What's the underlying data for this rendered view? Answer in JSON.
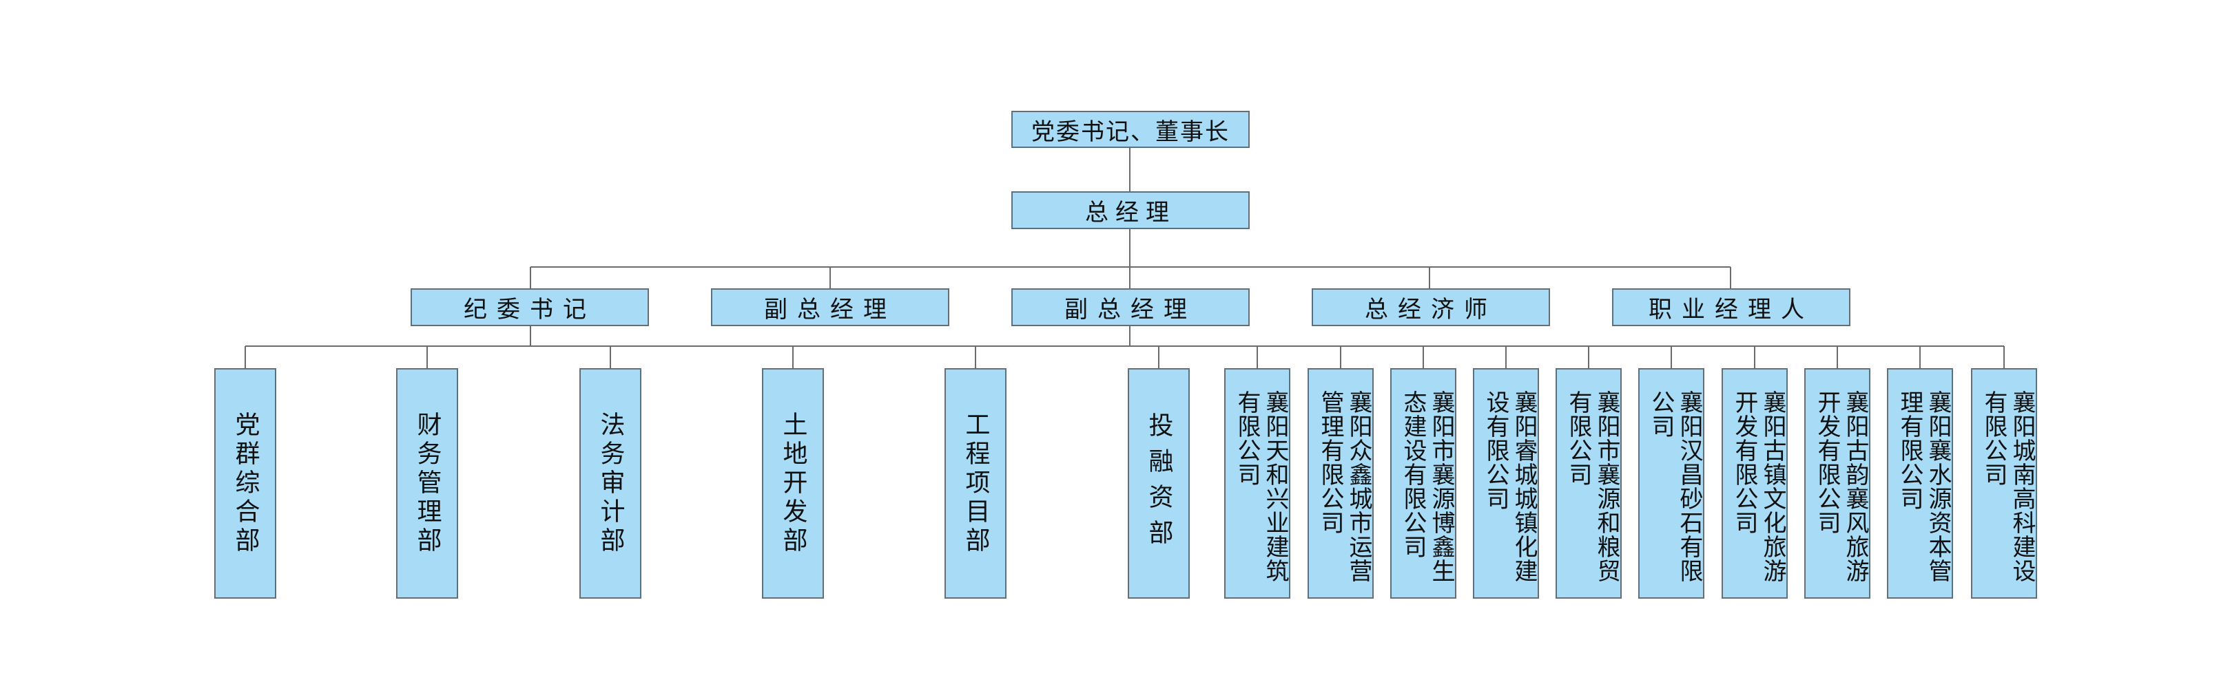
{
  "org": {
    "chairman": "党委书记、董事长",
    "gm": "总经理",
    "level2": [
      "纪委书记",
      "副总经理",
      "副总经理",
      "总经济师",
      "职业经理人"
    ],
    "departments": [
      "党群综合部",
      "财务管理部",
      "法务审计部",
      "土地开发部",
      "工程项目部",
      "投融资部"
    ],
    "companies": [
      "襄阳天和兴业建筑有限公司",
      "襄阳众鑫城市运营管理有限公司",
      "襄阳市襄源博鑫生态建设有限公司",
      "襄阳睿城城镇化建设有限公司",
      "襄阳市襄源和粮贸有限公司",
      "襄阳汉昌砂石有限公司",
      "襄阳古镇文化旅游开发有限公司",
      "襄阳古韵襄风旅游开发有限公司",
      "襄阳襄水源资本管理有限公司",
      "襄阳城南高科建设有限公司"
    ]
  },
  "colors": {
    "box_fill": "#a7dbf6",
    "box_border": "#5f6f7c",
    "line": "#6b6b6b"
  }
}
